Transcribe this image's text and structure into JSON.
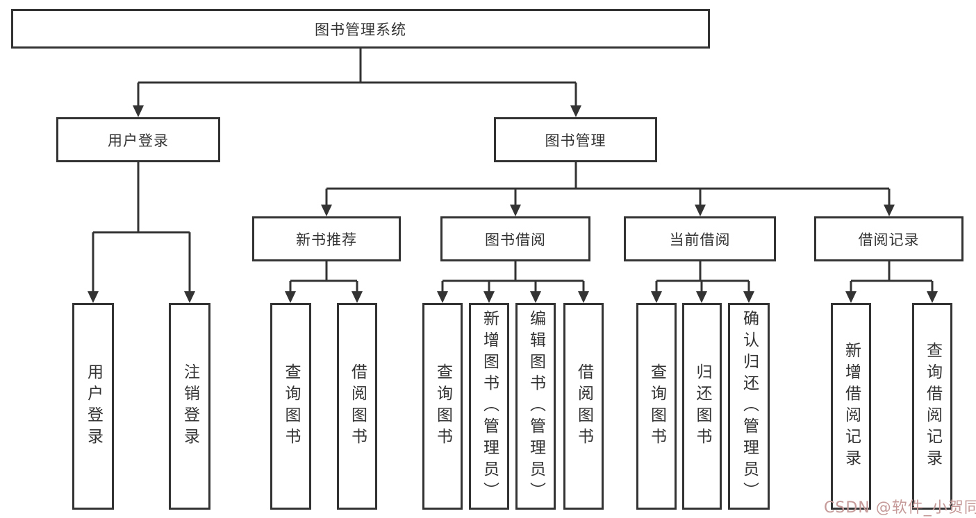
{
  "tree": {
    "root": "图书管理系统",
    "user_branch": {
      "label": "用户登录",
      "children": [
        "用户登录",
        "注销登录"
      ]
    },
    "book_branch": {
      "label": "图书管理",
      "sections": [
        {
          "label": "新书推荐",
          "children": [
            "查询图书",
            "借阅图书"
          ]
        },
        {
          "label": "图书借阅",
          "children": [
            "查询图书",
            "新增图书（管理员）",
            "编辑图书（管理员）",
            "借阅图书"
          ]
        },
        {
          "label": "当前借阅",
          "children": [
            "查询图书",
            "归还图书",
            "确认归还（管理员）"
          ]
        },
        {
          "label": "借阅记录",
          "children": [
            "新增借阅记录",
            "查询借阅记录"
          ]
        }
      ]
    }
  },
  "watermark": "CSDN @软件_小贺同学",
  "colors": {
    "line": "#333333",
    "box_border": "#333333",
    "background": "#ffffff",
    "watermark_text": "#c59a99"
  }
}
